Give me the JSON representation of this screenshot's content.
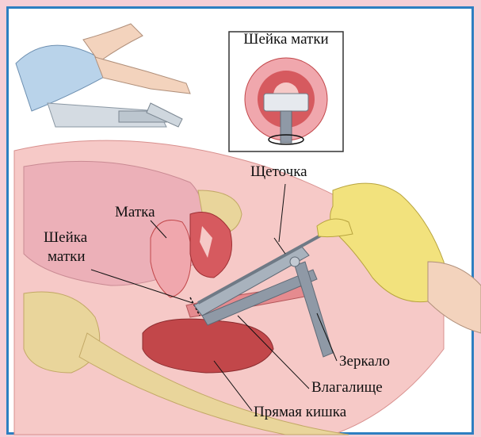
{
  "inset": {
    "title": "Шейка матки"
  },
  "labels": {
    "brush": "Щеточка",
    "uterus": "Матка",
    "cervix_line1": "Шейка",
    "cervix_line2": "матки",
    "speculum": "Зеркало",
    "vagina": "Влагалище",
    "rectum": "Прямая кишка"
  },
  "colors": {
    "frame_border": "#2d7fc1",
    "background": "#f6cfd6",
    "tissue": "#f1b2b5",
    "organ": "#c2474a",
    "bone": "#e9d59b",
    "glove": "#f2e27d",
    "metal": "#8f99a6"
  }
}
